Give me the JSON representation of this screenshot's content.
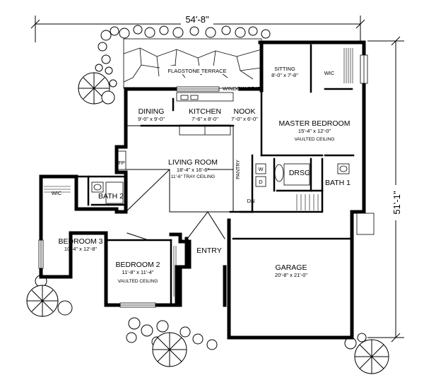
{
  "dimensions": {
    "width_label": "54'-8\"",
    "depth_label": "51'-1\""
  },
  "rooms": {
    "flagstone_terrace": {
      "name": "FLAGSTONE TERRACE"
    },
    "window_seat": {
      "name": "WINDOW SEAT"
    },
    "sitting": {
      "name": "SITTING",
      "size": "8'-0\" x 7'-8\""
    },
    "wic_master": {
      "name": "WIC"
    },
    "dining": {
      "name": "DINING",
      "size": "9'-0\" x 9'-0\""
    },
    "kitchen": {
      "name": "KITCHEN",
      "size": "7'-6\" x 8'-0\""
    },
    "nook": {
      "name": "NOOK",
      "size": "7'-0\" x 6'-0\""
    },
    "master_bedroom": {
      "name": "MASTER BEDROOM",
      "size": "15'-4\" x 12'-0\"",
      "note": "VAULTED CEILING"
    },
    "living_room": {
      "name": "LIVING ROOM",
      "size": "18'-4\" x 16'-6\"",
      "note": "11'-6\" TRAY CEILING"
    },
    "fp": {
      "name": "FP"
    },
    "pantry": {
      "name": "PANTRY"
    },
    "washer": {
      "name": "W"
    },
    "dryer": {
      "name": "D"
    },
    "drsg": {
      "name": "DRSG"
    },
    "bath1": {
      "name": "BATH 1"
    },
    "wic_bed3": {
      "name": "WIC"
    },
    "bath2": {
      "name": "BATH 2"
    },
    "dn": {
      "name": "DN"
    },
    "bedroom3": {
      "name": "BEDROOM 3",
      "size": "10'-4\" x 12'-8\""
    },
    "bedroom2": {
      "name": "BEDROOM 2",
      "size": "11'-8\" x 11'-4\"",
      "note": "VAULTED CEILING"
    },
    "entry": {
      "name": "ENTRY"
    },
    "garage": {
      "name": "GARAGE",
      "size": "20'-8\" x 21'-0\""
    }
  }
}
